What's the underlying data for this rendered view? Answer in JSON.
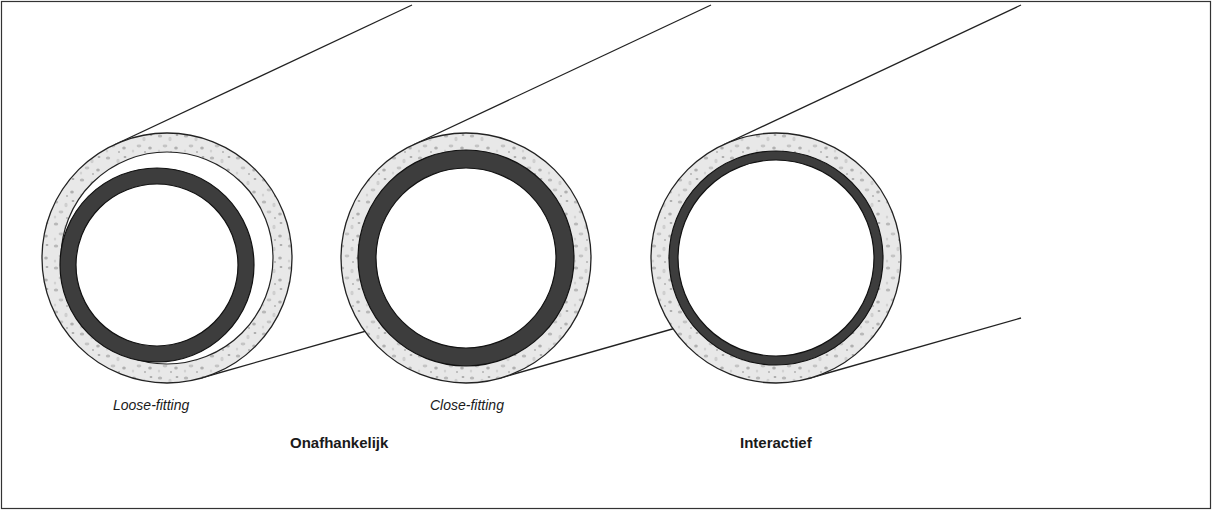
{
  "diagram": {
    "labels": [
      "Loose-fitting",
      "Close-fitting",
      "Onafhankelijk",
      "Interactief"
    ]
  }
}
